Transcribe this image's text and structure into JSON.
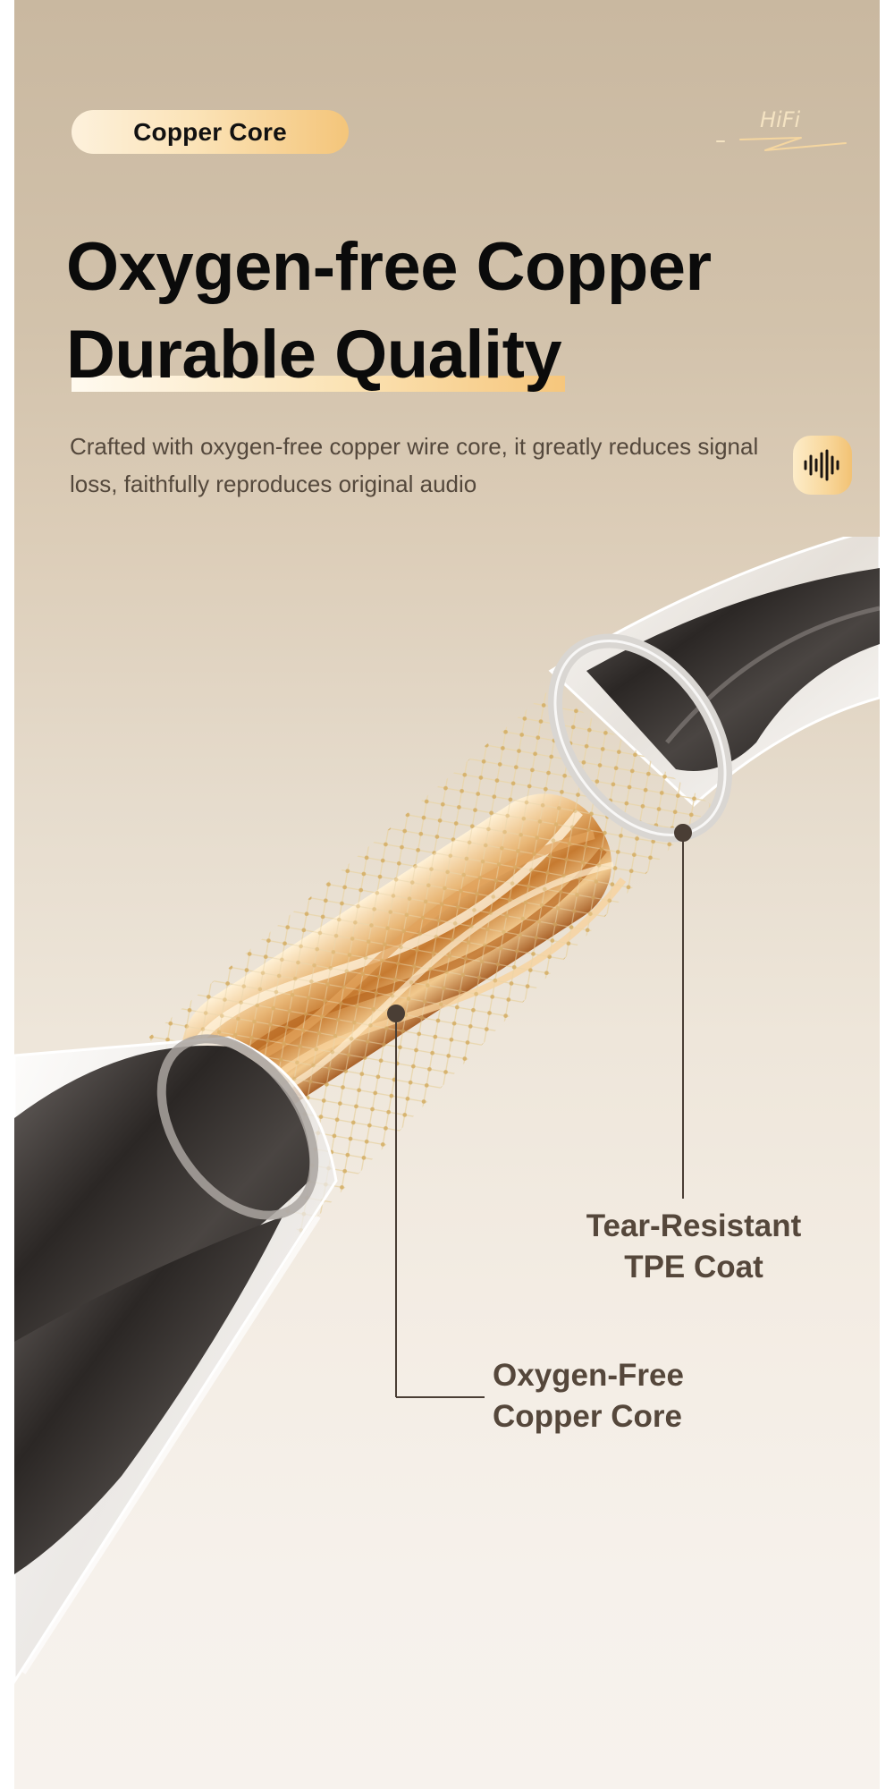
{
  "badge": {
    "label": "Copper Core"
  },
  "brand_mark": {
    "text": "HiFi"
  },
  "headline": {
    "line1": "Oxygen-free Copper",
    "line2": "Durable Quality"
  },
  "description": "Crafted with oxygen-free copper wire core, it greatly reduces signal loss, faithfully reproduces original audio",
  "audio_icon": {
    "icon": "sound-wave-icon"
  },
  "callouts": [
    {
      "line1": "Tear-Resistant",
      "line2": "TPE Coat"
    },
    {
      "line1": "Oxygen-Free",
      "line2": "Copper Core"
    }
  ],
  "colors": {
    "accent_gold": "#f4c57a",
    "text_dark": "#0b0b0b",
    "text_brown": "#55473b",
    "bg_top": "#c9b8a0",
    "bg_bottom": "#f7f2ed"
  }
}
